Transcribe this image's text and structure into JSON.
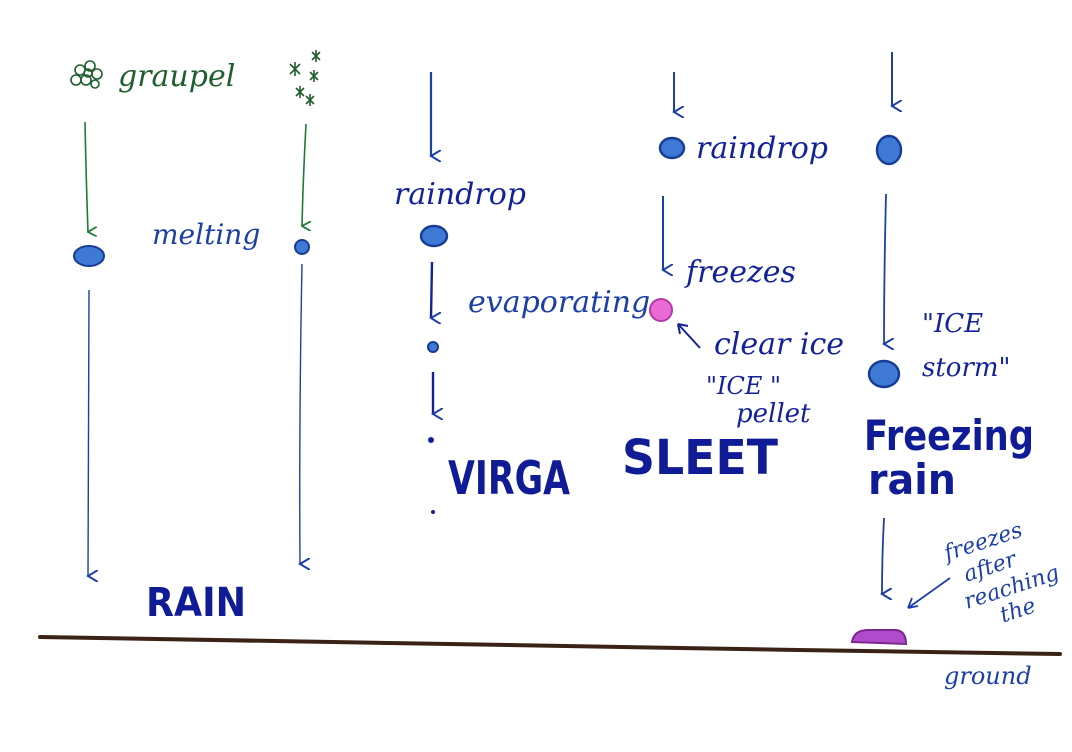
{
  "labels": {
    "graupel": "graupel",
    "melting": "melting",
    "raindrop_virga": "raindrop",
    "evaporating": "evaporating",
    "raindrop_sleet": "raindrop",
    "freezes": "freezes",
    "clear_ice": "clear ice",
    "ice_pellet_line1": "\"ICE  \"",
    "ice_pellet_line2": "pellet",
    "ice_storm_line1": "\"ICE",
    "ice_storm_line2": "storm\"",
    "freezes_after_line1": "freezes",
    "freezes_after_line2": "after",
    "freezes_after_line3": "reaching",
    "freezes_after_line4": "the",
    "ground": "ground"
  },
  "titles": {
    "rain": "RAIN",
    "virga": "VIRGA",
    "sleet": "SLEET",
    "freezing_rain_line1": "Freezing",
    "freezing_rain_line2": "rain"
  },
  "colors": {
    "green_ink": "#1f5e2e",
    "blue_ink": "#1d3fa8",
    "navy_ink": "#14229a",
    "drop_fill": "#3f79d6",
    "ice_pellet": "#e86bd6",
    "ground_line": "#3a2216",
    "ice_layer": "#b04ccc"
  }
}
